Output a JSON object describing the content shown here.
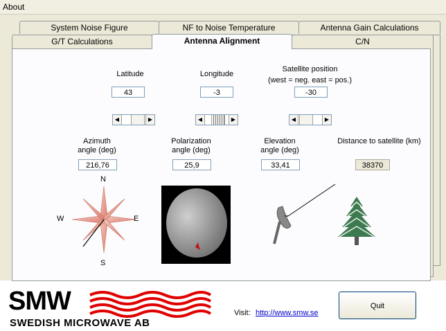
{
  "menu": {
    "about": "About"
  },
  "tabs": {
    "row1": [
      "System Noise Figure",
      "NF to Noise Temperature",
      "Antenna Gain Calculations"
    ],
    "row2": [
      "G/T Calculations",
      "Antenna Alignment",
      "C/N"
    ]
  },
  "alignment": {
    "latitude_label": "Latitude",
    "latitude_value": "43",
    "longitude_label": "Longitude",
    "longitude_value": "-3",
    "satpos_label_1": "Satellite position",
    "satpos_label_2": "(west = neg.  east = pos.)",
    "satpos_value": "-30",
    "azimuth_label_1": "Azimuth",
    "azimuth_label_2": "angle (deg)",
    "azimuth_value": "216,76",
    "polarization_label_1": "Polarization",
    "polarization_label_2": "angle (deg)",
    "polarization_value": "25,9",
    "elevation_label_1": "Elevation",
    "elevation_label_2": "angle (deg)",
    "elevation_value": "33,41",
    "distance_label": "Distance to satellite (km)",
    "distance_value": "38370"
  },
  "compass": {
    "n": "N",
    "e": "E",
    "s": "S",
    "w": "W"
  },
  "footer": {
    "logo_main": "SMW",
    "logo_sub": "SWEDISH MICROWAVE AB",
    "visit_label": "Visit:",
    "url": "http://www.smw.se",
    "quit_label": "Quit"
  }
}
